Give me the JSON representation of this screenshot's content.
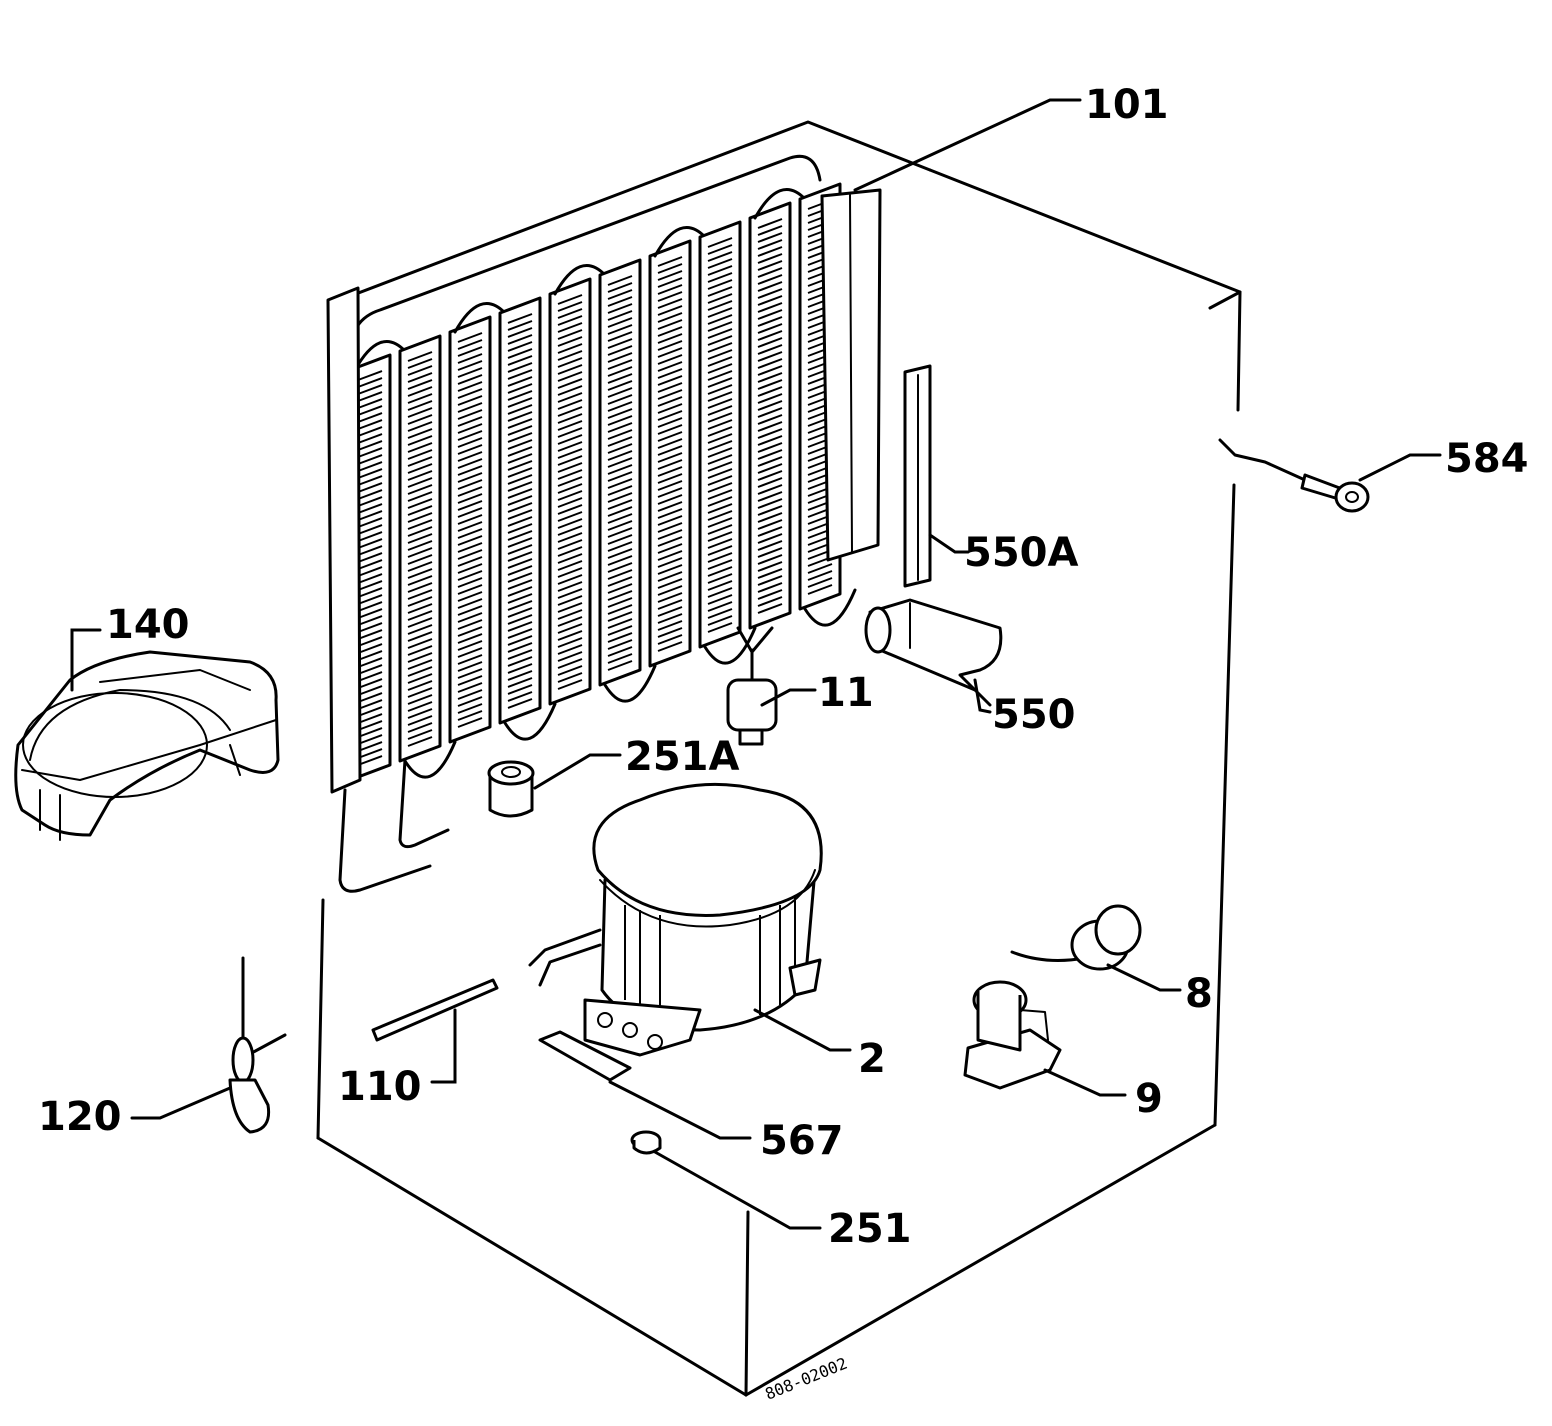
{
  "labels": {
    "p101": "101",
    "p584": "584",
    "p550a": "550A",
    "p140": "140",
    "p11": "11",
    "p550": "550",
    "p251a": "251A",
    "p8": "8",
    "p2": "2",
    "p110": "110",
    "p120": "120",
    "p9": "9",
    "p567": "567",
    "p251": "251"
  },
  "drawing_code": "808-02002",
  "colors": {
    "line": "#000000",
    "background": "#ffffff"
  }
}
